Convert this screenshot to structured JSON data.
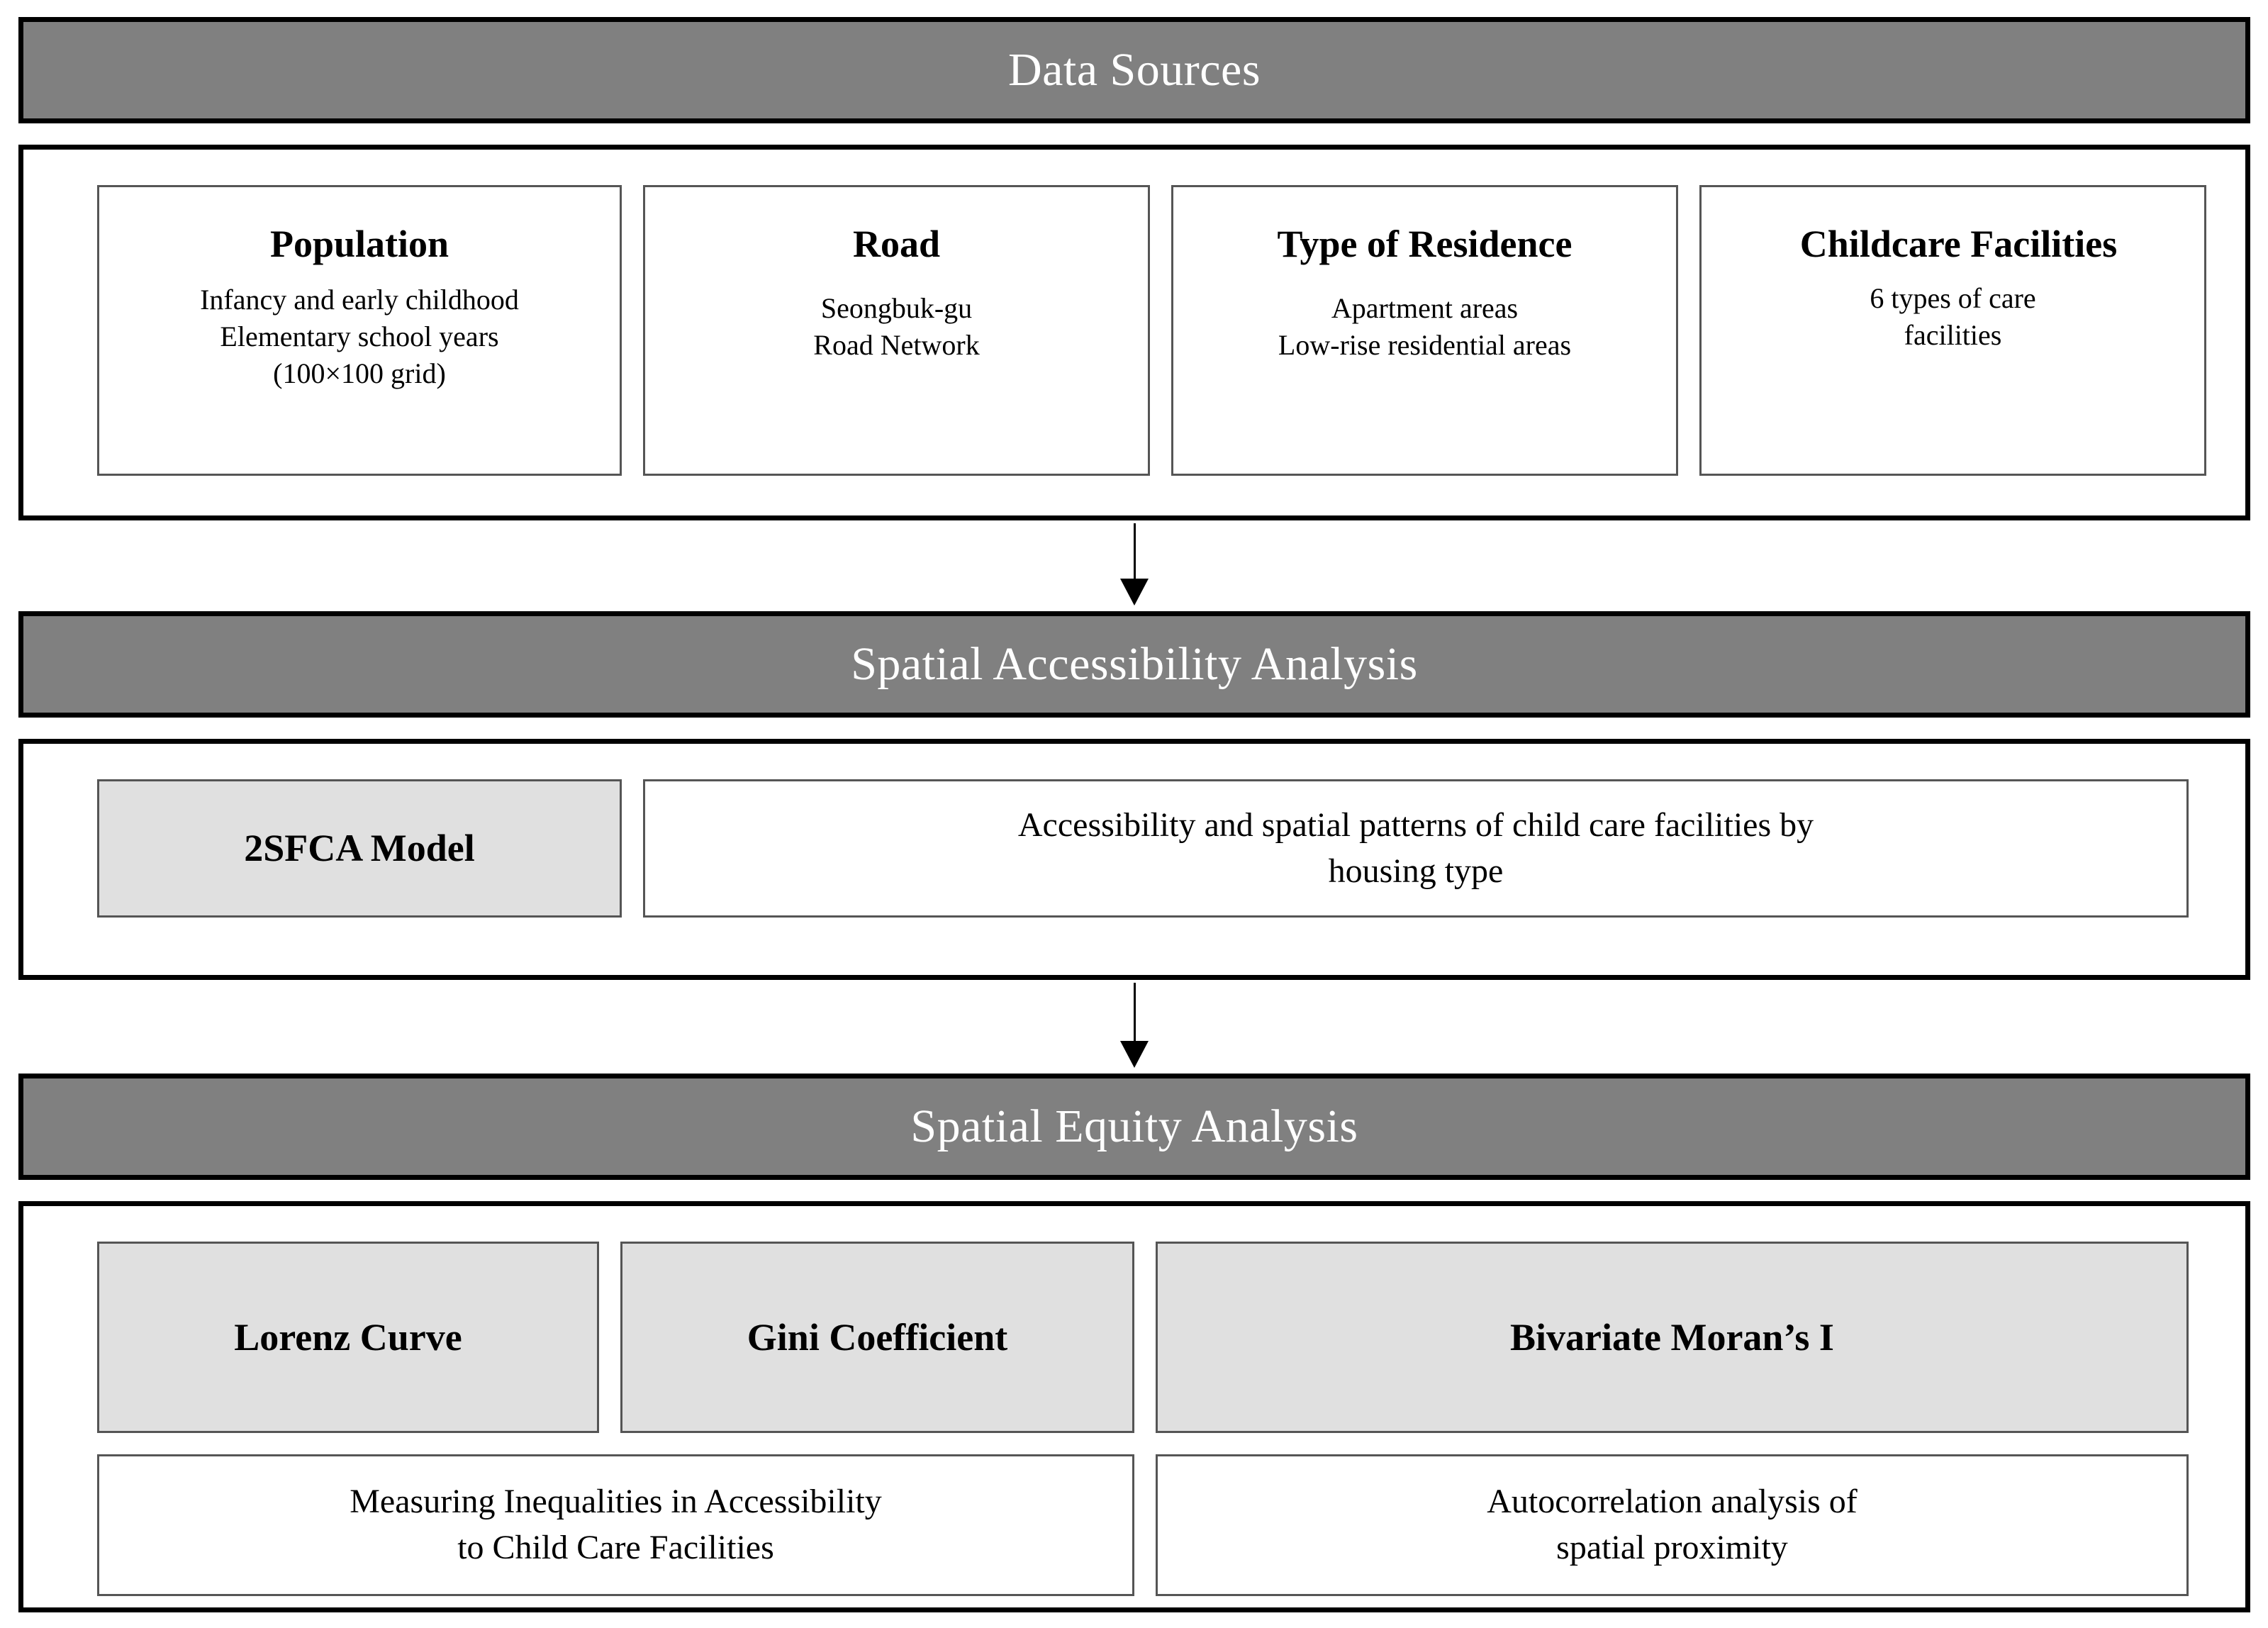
{
  "diagram": {
    "title": "Research framework flowchart",
    "accent_banner_color": "#808080",
    "banner_text_color": "#ffffff",
    "shaded_cell_color": "#e0e0e0",
    "border_color": "#000000"
  },
  "sections": [
    {
      "banner": "Data Sources",
      "cells": [
        {
          "title": "Population",
          "body": "Infancy and early childhood\nElementary school years\n(100×100 grid)"
        },
        {
          "title": "Road",
          "body": "Seongbuk-gu\nRoad Network"
        },
        {
          "title": "Type of Residence",
          "body": "Apartment areas\nLow-rise residential areas"
        },
        {
          "title": "Childcare Facilities",
          "body": "6 types of care\nfacilities"
        }
      ]
    },
    {
      "banner": "Spatial Accessibility Analysis",
      "model": "2SFCA Model",
      "description": "Accessibility and spatial patterns of child care facilities by\nhousing type"
    },
    {
      "banner": "Spatial Equity Analysis",
      "methods": [
        {
          "title": "Lorenz Curve"
        },
        {
          "title": "Gini Coefficient"
        },
        {
          "title": "Bivariate Moran’s I"
        }
      ],
      "descriptions": [
        "Measuring Inequalities in Accessibility\nto Child Care Facilities",
        "Autocorrelation analysis of\nspatial proximity"
      ]
    }
  ]
}
